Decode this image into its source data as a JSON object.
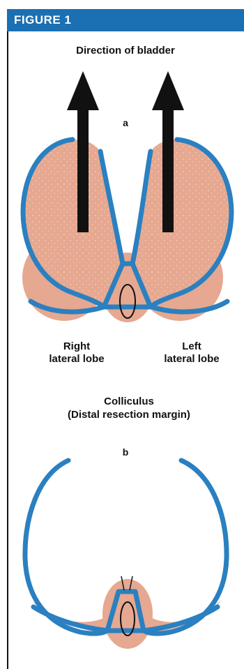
{
  "header": {
    "title": "FIGURE 1"
  },
  "diagram": {
    "direction_label": "Direction of bladder",
    "panel_a_label": "a",
    "panel_b_label": "b",
    "right_lobe_label": [
      "Right",
      "lateral lobe"
    ],
    "left_lobe_label": [
      "Left",
      "lateral lobe"
    ],
    "colliculus_label": [
      "Colliculus",
      "(Distal resection margin)"
    ]
  },
  "colors": {
    "header_bar": "#1b6fb3",
    "outline": "#2a80c0",
    "lobe_fill": "#e6a890",
    "arrow": "#111111"
  }
}
